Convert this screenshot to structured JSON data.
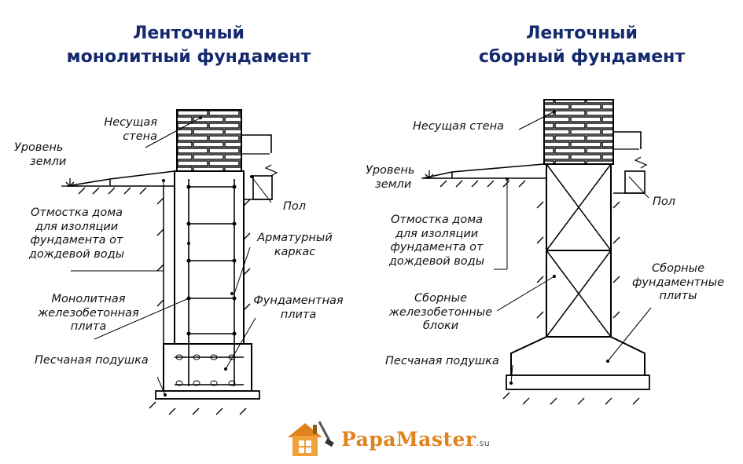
{
  "left": {
    "title_line1": "Ленточный",
    "title_line2": "монолитный фундамент",
    "labels": {
      "wall_1": "Несущая",
      "wall_2": "стена",
      "ground_1": "Уровень",
      "ground_2": "земли",
      "blind_1": "Отмостка дома",
      "blind_2": "для изоляции",
      "blind_3": "фундамента от",
      "blind_4": "дождевой воды",
      "floor": "Пол",
      "rebar_1": "Арматурный",
      "rebar_2": "каркас",
      "mono_1": "Монолитная",
      "mono_2": "железобетонная",
      "mono_3": "плита",
      "found_1": "Фундаментная",
      "found_2": "плита",
      "sand": "Песчаная подушка"
    }
  },
  "right": {
    "title_line1": "Ленточный",
    "title_line2": "сборный фундамент",
    "labels": {
      "wall": "Несущая стена",
      "ground_1": "Уровень",
      "ground_2": "земли",
      "blind_1": "Отмостка дома",
      "blind_2": "для изоляции",
      "blind_3": "фундамента от",
      "blind_4": "дождевой воды",
      "floor": "Пол",
      "plates_1": "Сборные",
      "plates_2": "фундаментные",
      "plates_3": "плиты",
      "blocks_1": "Сборные",
      "blocks_2": "железобетонные",
      "blocks_3": "блоки",
      "sand": "Песчаная подушка"
    }
  },
  "logo": {
    "text": "PapaMaster",
    "suffix": ".su",
    "icon": "house-logo-icon"
  }
}
